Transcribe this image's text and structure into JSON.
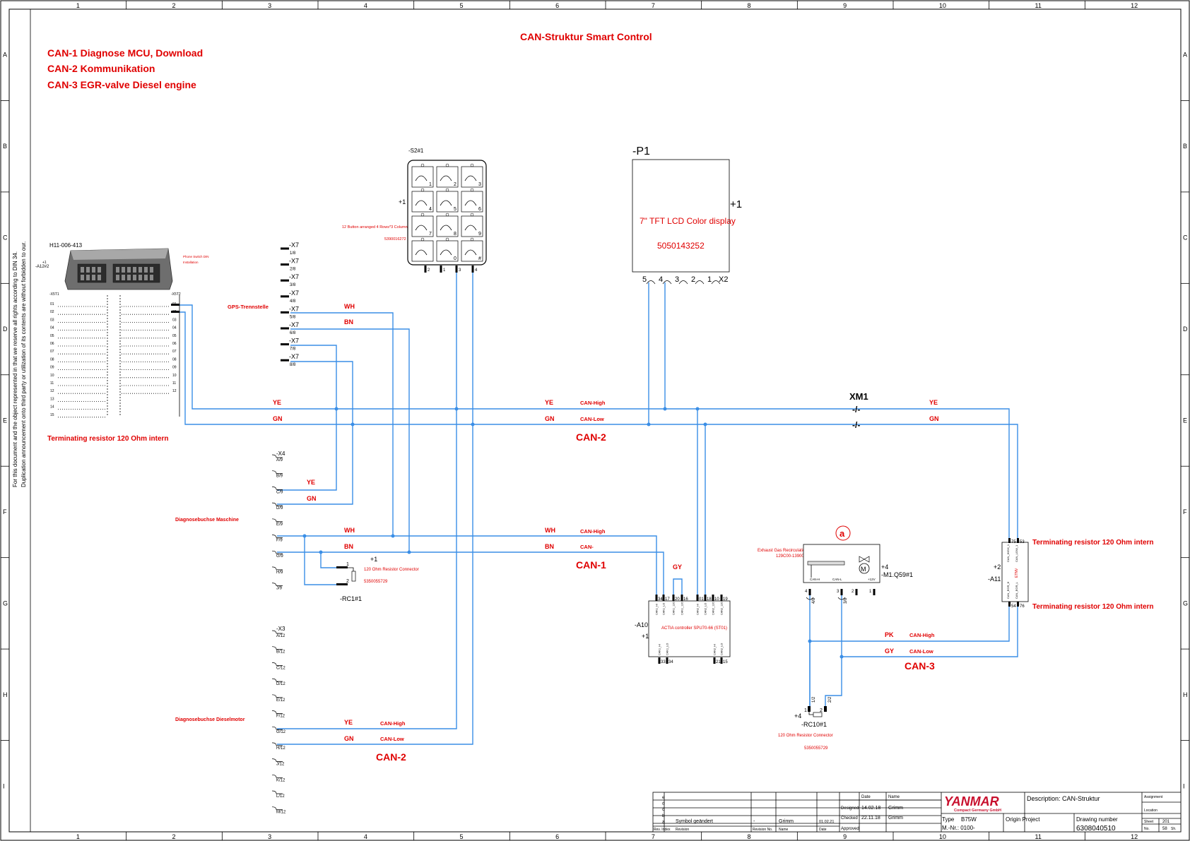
{
  "frame": {
    "cols": [
      "1",
      "2",
      "3",
      "4",
      "5",
      "6",
      "7",
      "8",
      "9",
      "10",
      "11",
      "12"
    ],
    "rows": [
      "A",
      "B",
      "C",
      "D",
      "E",
      "F",
      "G",
      "H",
      "I"
    ],
    "side_note_1": "For this document and the object represented in that we reserve all rights according to DIN 34.",
    "side_note_2": "Duplication announcement onto third party or utilization of its contents are without forbidden to our."
  },
  "title": "CAN-Struktur Smart Control",
  "legend": {
    "can1": "CAN-1 Diagnose MCU, Download",
    "can2": "CAN-2  Kommunikation",
    "can3": "CAN-3  EGR-valve  Diesel engine"
  },
  "mcu": {
    "part": "H11-006-413",
    "ref": "-A12#2",
    "plus": "+1",
    "note_1": "Phone Switch DIN",
    "note_2": "Installation",
    "x1": "-X5T1",
    "x2": "-X5T2",
    "terminating": "Terminating resistor 120 Ohm intern",
    "gps": "GPS-Trennstelle",
    "left_pins": [
      "01",
      "02",
      "03",
      "04",
      "05",
      "06",
      "07",
      "08",
      "09",
      "10",
      "11",
      "12",
      "13",
      "14",
      "15"
    ],
    "right_pins": [
      "01",
      "02",
      "03",
      "04",
      "05",
      "06",
      "07",
      "08",
      "09",
      "10",
      "11",
      "12"
    ]
  },
  "keypad": {
    "ref": "-S2#1",
    "plus": "+1",
    "desc": "12 Button arranged 4 Rows*3 Columns",
    "part": "5390016272",
    "keys": [
      "1",
      "2",
      "3",
      "4",
      "5",
      "6",
      "7",
      "8",
      "9",
      "",
      "0",
      "#"
    ],
    "pins": [
      "2",
      "1",
      "3",
      "4"
    ]
  },
  "display": {
    "ref": "-P1",
    "plus": "+1",
    "desc": "7\" TFT LCD Color display",
    "part": "5050143252",
    "pins": [
      "5",
      "4",
      "3",
      "2",
      "1",
      "X2"
    ]
  },
  "x7": {
    "labels": [
      "-X7",
      "-X7",
      "-X7",
      "-X7",
      "-X7",
      "-X7",
      "-X7",
      "-X7"
    ],
    "pins": [
      "1/8",
      "2/8",
      "3/8",
      "4/8",
      "5/8",
      "6/8",
      "7/8",
      "8/8"
    ]
  },
  "x4": {
    "label": "-X4",
    "pins": [
      "A/9",
      "B/9",
      "C/9",
      "D/9",
      "E/9",
      "F/9",
      "G/9",
      "H/9",
      "J/9"
    ],
    "title": "Diagnosebuchse Maschine"
  },
  "x3": {
    "label": "-X3",
    "pins": [
      "A/12",
      "B/12",
      "C/12",
      "D/12",
      "E/12",
      "F/12",
      "G/12",
      "H/12",
      "J/12",
      "K/12",
      "L/12",
      "M/12"
    ],
    "title": "Diagnosebuchse Dieselmotor"
  },
  "wires": {
    "wh": "WH",
    "bn": "BN",
    "ye": "YE",
    "gn": "GN",
    "gy": "GY",
    "pk": "PK",
    "can_high": "CAN-High",
    "can_low": "CAN-Low",
    "can_minus": "CAN-",
    "can1": "CAN-1",
    "can2": "CAN-2",
    "can3": "CAN-3",
    "xm1": "XM1",
    "sep": "-/-"
  },
  "rc1": {
    "ref": "-RC1#1",
    "plus": "+1",
    "desc": "120 Ohm Resistor Connector",
    "part": "5350055729",
    "pins": [
      "1",
      "2"
    ]
  },
  "a10": {
    "ref": "-A10",
    "plus": "+1",
    "desc": "ACTIA controller SPU70-66 (ST01)",
    "top_pins": [
      "34",
      "17",
      "20",
      "16",
      "01",
      "18",
      "10",
      "19"
    ],
    "bottom_pins": [
      "33",
      "34",
      "21",
      "15"
    ],
    "top_signals": [
      "CAN1_HI",
      "CAN1_LO",
      "CAN1_120",
      "CAN1_120",
      "CAN2_HI",
      "CAN2_LO",
      "CAN2_120",
      "CAN2_120"
    ],
    "bottom_signals": [
      "CAN1_HI",
      "CAN1_LO",
      "CAN2_HI",
      "CAN2_LO"
    ]
  },
  "egr": {
    "marker": "a",
    "desc_1": "Exhaust Gas Recirculation",
    "desc_2": "129C00-13900",
    "ref": "-M1.Q59#1",
    "plus": "+4",
    "motor": "M",
    "pins": [
      "4",
      "3",
      "2",
      "1"
    ],
    "pin_labels": [
      "CAN-H",
      "CAN-L",
      "+12V"
    ],
    "wires": [
      "4/8",
      "3/8"
    ]
  },
  "rc10": {
    "ref": "-RC10#1",
    "plus": "+4",
    "desc": "120 Ohm Resistor Connector",
    "part": "5350055729",
    "pins": [
      "1",
      "2"
    ],
    "wires": [
      "1/2",
      "2/2"
    ]
  },
  "a11": {
    "ref": "-A11",
    "plus": "+2",
    "label": "ETNV",
    "pins_top": [
      "75",
      "53"
    ],
    "pins_bottom": [
      "54",
      "76"
    ],
    "signals": [
      "CAN_HIGH_1",
      "CAN_LOW_1",
      "CAN_EGR_H",
      "CAN_EGR_L"
    ],
    "term_1": "Terminating resistor 120 Ohm intern",
    "term_2": "Terminating resistor 120 Ohm intern"
  },
  "title_block": {
    "rev_rows": [
      "e",
      "d",
      "c",
      "b",
      "a"
    ],
    "rev_a_text": "Symbol geändert",
    "rev_a_no": "-",
    "rev_a_name": "Grimm",
    "rev_a_date": "01.02.21",
    "col_rev": "Rev. Index",
    "col_revision": "Revision",
    "col_revno": "Revision No.",
    "col_name": "Name",
    "col_date": "Date",
    "date_hdr": "Date",
    "name_hdr": "Name",
    "designed": "Designed",
    "designed_date": "14.02.18",
    "designed_name": "Grimm",
    "checked": "Checked",
    "checked_date": "22.11.18",
    "checked_name": "Grimm",
    "approved": "Approved",
    "brand": "YANMAR",
    "brand_sub": "Compact Germany GmbH",
    "description": "Description: CAN-Struktur",
    "type_label": "Type",
    "type": "B75W",
    "origin": "Origin Project",
    "mnr_label": "M.-Nr.: 0100-",
    "drawing_label": "Drawing number",
    "drawing": "6308040510",
    "assignment": "Assignment",
    "location": "Location",
    "sheet_label": "Sheet",
    "sheet": "201",
    "no_label": "No.",
    "no": "58",
    "sh": "Sh."
  },
  "colors": {
    "wire": "#3a8ee6",
    "accent": "#e00000",
    "brand": "#c8102e"
  }
}
